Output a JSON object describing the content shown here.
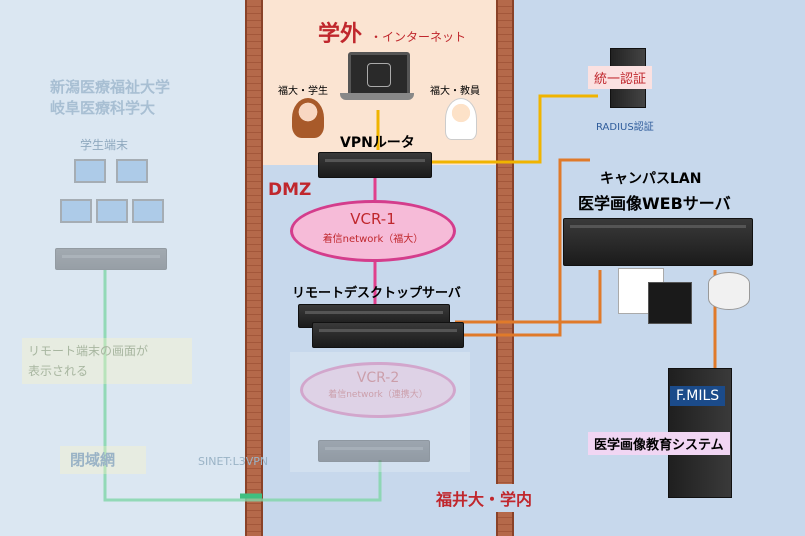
{
  "zones": {
    "outside_title": "学外",
    "outside_subtitle": "・インターネット",
    "dmz": "DMZ",
    "campus_lan_line1": "キャンパスLAN",
    "campus_lan_line2": "医学画像WEBサーバ",
    "inside": "福井大・学内",
    "closed_network": "閉域網"
  },
  "left_universities": {
    "line1": "新潟医療福祉大学",
    "line2": "岐阜医療科学大"
  },
  "left_labels": {
    "student_terminal": "学生端末",
    "remote_screen_line1": "リモート端末の画面が",
    "remote_screen_line2": "表示される",
    "sinet": "SINET:L3VPN"
  },
  "people": {
    "student": "福大・学生",
    "teacher": "福大・教員"
  },
  "nodes": {
    "vpn_router": "VPNルータ",
    "auth": "統一認証",
    "radius": "RADIUS認証",
    "vcr1_title": "VCR-1",
    "vcr1_sub": "着信network（福大）",
    "remote_desktop_server": "リモートデスクトップサーバ",
    "vcr2_title": "VCR-2",
    "vcr2_sub": "着信network（連携大）",
    "fmils": "F.MILS",
    "edu_system": "医学画像教育システム"
  },
  "colors": {
    "wall": "#b5694a",
    "orange_link": "#e07a2a",
    "yellow_link": "#f0b400",
    "pink_link": "#e0408c",
    "green_link": "#7fd6a8",
    "vcr_fill": "#f6bbd8",
    "accent_title": "#c0272d"
  }
}
